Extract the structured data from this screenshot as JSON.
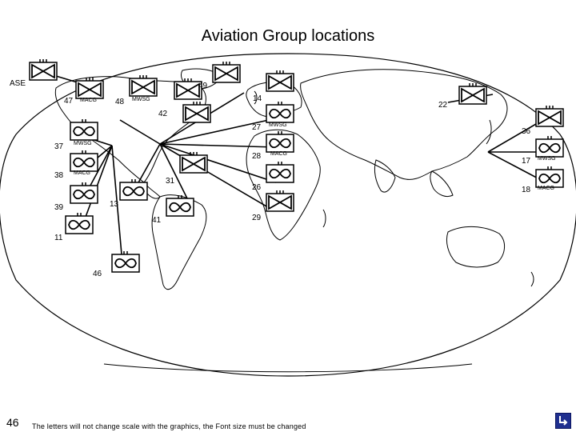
{
  "title": "Aviation Group locations",
  "labels": {
    "ase": "ASE",
    "n47": "47",
    "macg_a": "MACG",
    "n48": "48",
    "mwsg_a": "MWSG",
    "n49": "49",
    "n14": "14",
    "n22": "22",
    "n42": "42",
    "n27": "27",
    "mwsg_b": "MWSG",
    "n36": "36",
    "n37": "37",
    "mwsg_c": "MWSG",
    "n28": "28",
    "macg_b": "MACG",
    "n17": "17",
    "mwsg_d": "MWSG",
    "n38": "38",
    "macg_c": "MACG",
    "n31": "31",
    "n26": "26",
    "n18": "18",
    "macg_d": "MACG",
    "n39": "39",
    "n13": "13",
    "n41": "41",
    "n29": "29",
    "n11": "11",
    "n46": "46"
  },
  "icons": {
    "group": "aviation-group-symbol",
    "wing": "aviation-wing-symbol"
  },
  "footer": {
    "page_number": "46",
    "note": "The letters will not change scale with the graphics, the Font size must be changed"
  },
  "nav_icon": "return-arrow-icon",
  "colors": {
    "nav": "#1f2f8f",
    "lines": "#000000"
  }
}
